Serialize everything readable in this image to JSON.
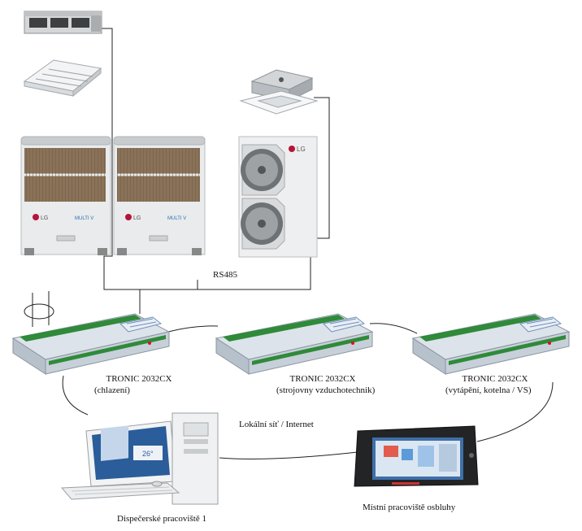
{
  "labels": {
    "bus": "RS485",
    "network": "Lokální síť / Internet",
    "controller_1_name": "TRONIC 2032CX",
    "controller_1_role": "(chlazení)",
    "controller_2_name": "TRONIC 2032CX",
    "controller_2_role": "(strojovny vzduchotechnik)",
    "controller_3_name": "TRONIC 2032CX",
    "controller_3_role": "(vytápění, kotelna / VS)",
    "workstation": "Dispečerské pracoviště 1",
    "local_panel": "Místní pracoviště osbluhy"
  },
  "brand": {
    "logo_text": "LG",
    "multi_v": "MULTI V"
  },
  "colors": {
    "unit_body": "#e9ebec",
    "unit_edge": "#b9bdc0",
    "coil": "#8a7258",
    "controller_body": "#dde3ea",
    "terminal_green": "#2f8a3a",
    "line": "#222222",
    "lg_red": "#b5153a"
  },
  "icons": [
    "ducted-indoor-unit-icon",
    "ceiling-cassette-icon",
    "four-way-cassette-icon",
    "vrf-outdoor-unit-icon",
    "split-outdoor-unit-icon",
    "controller-module-icon",
    "desktop-computer-icon",
    "touch-panel-icon"
  ]
}
